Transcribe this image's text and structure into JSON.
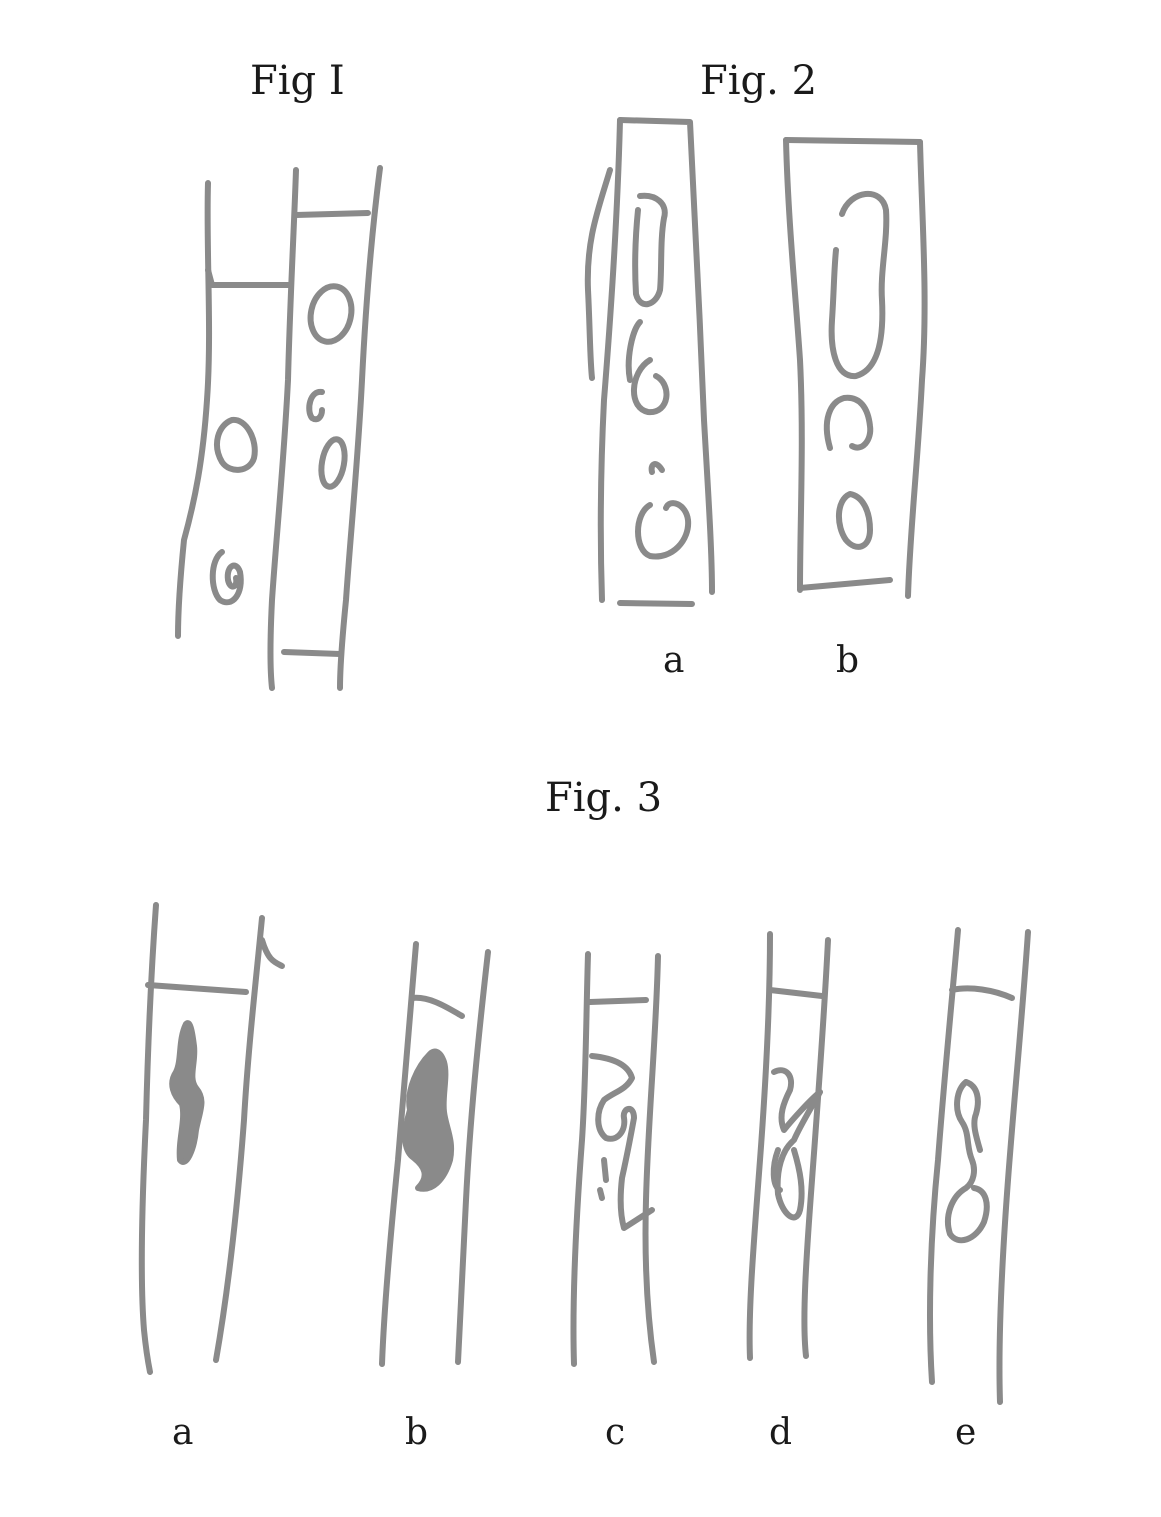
{
  "figures": {
    "fig1": {
      "title": "Fig I"
    },
    "fig2": {
      "title": "Fig. 2",
      "sub_a": "a",
      "sub_b": "b"
    },
    "fig3": {
      "title": "Fig. 3",
      "sub_a": "a",
      "sub_b": "b",
      "sub_c": "c",
      "sub_d": "d",
      "sub_e": "e"
    }
  },
  "colors": {
    "stroke": "#8a8a8a",
    "text": "#1a1a1a",
    "background": "#ffffff"
  }
}
